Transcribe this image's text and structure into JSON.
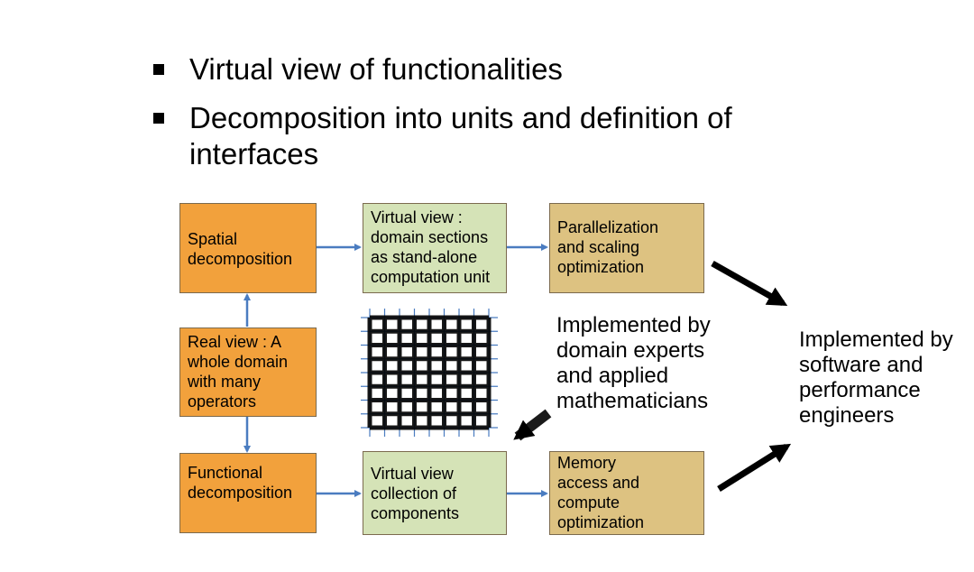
{
  "bullets": [
    {
      "lines": [
        "Virtual view of functionalities"
      ]
    },
    {
      "lines": [
        "Decomposition into units and definition of",
        "interfaces"
      ]
    }
  ],
  "boxes": {
    "spatial": {
      "lines": [
        "Spatial",
        "decomposition"
      ]
    },
    "real_view": {
      "lines": [
        "Real view : A",
        "whole domain",
        "with many",
        "operators"
      ]
    },
    "functional": {
      "lines": [
        "Functional",
        "decomposition"
      ]
    },
    "virtual_sections": {
      "lines": [
        "Virtual view :",
        "domain sections",
        "as stand-alone",
        "computation unit"
      ]
    },
    "virtual_components": {
      "lines": [
        "Virtual view",
        "collection of",
        "components"
      ]
    },
    "parallelization": {
      "lines": [
        "Parallelization",
        "and scaling",
        "optimization"
      ]
    },
    "memory": {
      "lines": [
        "Memory",
        "access and",
        "compute",
        "optimization"
      ]
    }
  },
  "notes": {
    "domain_experts": {
      "lines": [
        "Implemented by",
        "domain experts",
        "and applied",
        "mathematicians"
      ]
    },
    "software_engineers": {
      "lines": [
        "Implemented by",
        "software and",
        "performance",
        "engineers"
      ]
    }
  },
  "colors": {
    "orange": "#f2a13c",
    "green": "#d5e3b7",
    "tan": "#ddc281",
    "arrow_blue": "#4a7cc0",
    "grid_blue": "#4a7cc0"
  }
}
